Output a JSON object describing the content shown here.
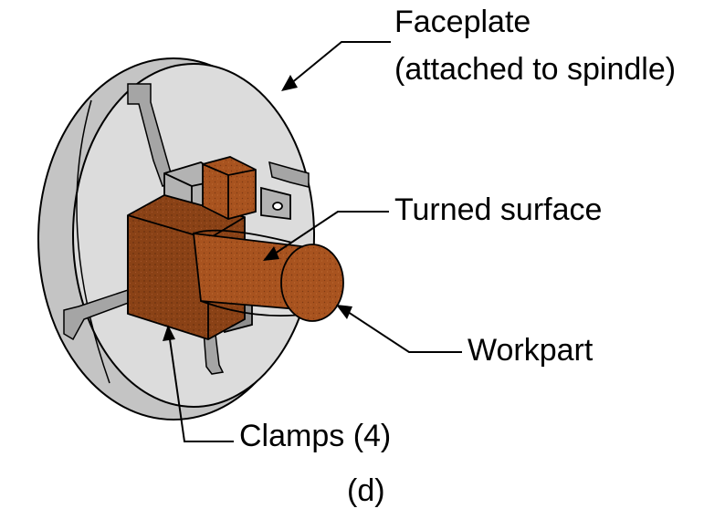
{
  "labels": {
    "faceplate_line1": "Faceplate",
    "faceplate_line2": "(attached to spindle)",
    "turned_surface": "Turned surface",
    "workpart": "Workpart",
    "clamps": "Clamps (4)",
    "subfigure": "(d)"
  },
  "colors": {
    "faceplate": "#dcdcdc",
    "faceplate_rim": "#c4c4c4",
    "clamp": "#b3b3b3",
    "clamp_dark": "#8f8f8f",
    "workpart": "#a8531f",
    "workpart_dark": "#7e3a12",
    "outline": "#000000"
  }
}
